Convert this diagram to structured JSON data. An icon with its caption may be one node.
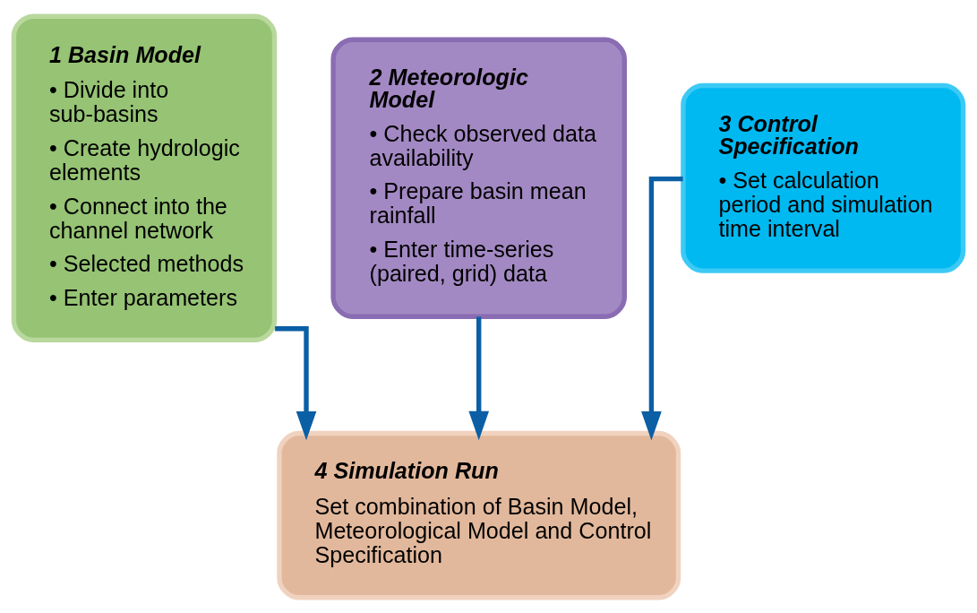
{
  "diagram": {
    "nodes": [
      {
        "text": [
          "1 Basin Model",
          "• Divide into sub-basins",
          "• Create hydrologic elements",
          "• Connect into the channel network",
          "• Selected methods",
          "• Enter parameters"
        ]
      },
      {
        "text": [
          "2 Meteorologic Model",
          "• Check observed data availability",
          "• Prepare basin mean rainfall",
          "• Enter time-series (paired, grid) data"
        ]
      },
      {
        "text": [
          "3 Control Specification",
          "• Set calculation period and simulation time interval"
        ]
      },
      {
        "text": [
          "4 Simulation Run",
          "Set combination of Basin Model, Meteorological Model and Control Specification"
        ]
      }
    ],
    "edges": [
      {
        "from": 0,
        "to": 3,
        "arrow": "to"
      },
      {
        "from": 1,
        "to": 3,
        "arrow": "to"
      },
      {
        "from": 2,
        "to": 3,
        "arrow": "to"
      }
    ]
  }
}
